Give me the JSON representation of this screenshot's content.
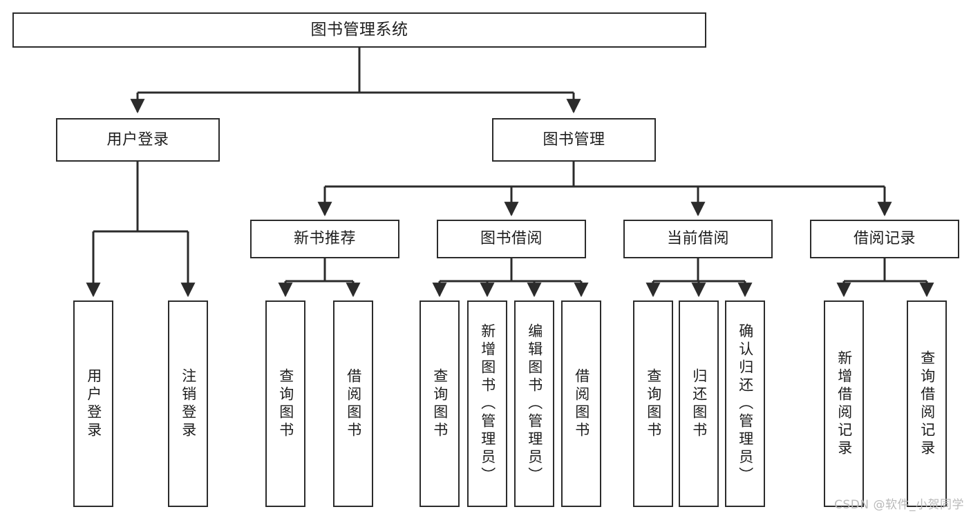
{
  "diagram": {
    "title": "图书管理系统",
    "type": "tree",
    "watermark": "CSDN @软件_小贺同学",
    "colors": {
      "background": "#ffffff",
      "box_border": "#2b2b2b",
      "box_fill": "#ffffff",
      "edge": "#2b2b2b",
      "text": "#1d1d1d",
      "watermark": "#b9b9b9"
    },
    "nodes": {
      "root": {
        "label": "图书管理系统"
      },
      "level2": [
        {
          "label": "用户登录"
        },
        {
          "label": "图书管理"
        }
      ],
      "level3": [
        {
          "label": "新书推荐"
        },
        {
          "label": "图书借阅"
        },
        {
          "label": "当前借阅"
        },
        {
          "label": "借阅记录"
        }
      ],
      "leaves": {
        "user_login": [
          {
            "label": "用户登录"
          },
          {
            "label": "注销登录"
          }
        ],
        "new_book": [
          {
            "label": "查询图书"
          },
          {
            "label": "借阅图书"
          }
        ],
        "borrow": [
          {
            "label": "查询图书"
          },
          {
            "label": "新增图书（管理员）"
          },
          {
            "label": "编辑图书（管理员）"
          },
          {
            "label": "借阅图书"
          }
        ],
        "current": [
          {
            "label": "查询图书"
          },
          {
            "label": "归还图书"
          },
          {
            "label": "确认归还（管理员）"
          }
        ],
        "records": [
          {
            "label": "新增借阅记录"
          },
          {
            "label": "查询借阅记录"
          }
        ]
      }
    }
  }
}
